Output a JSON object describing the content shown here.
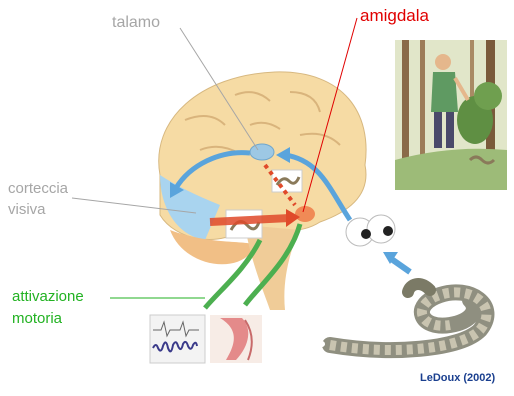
{
  "labels": {
    "talamo": "talamo",
    "amigdala": "amigdala",
    "corteccia_line1": "corteccia",
    "corteccia_line2": "visiva",
    "motoria_line1": "attivazione",
    "motoria_line2": "motoria",
    "credit": "LeDoux (2002)"
  },
  "colors": {
    "grey_label": "#a6a6a6",
    "amigdala_label": "#e00000",
    "motor_label": "#22b222",
    "credit": "#1a3f8f",
    "brain": "#f6dba4",
    "visual_cortex": "#a9d4ef",
    "cerebellum": "#f1bf86",
    "pathway_blue": "#5aa4dc",
    "pathway_green": "#4caf50",
    "pathway_red": "#e04a2a"
  }
}
